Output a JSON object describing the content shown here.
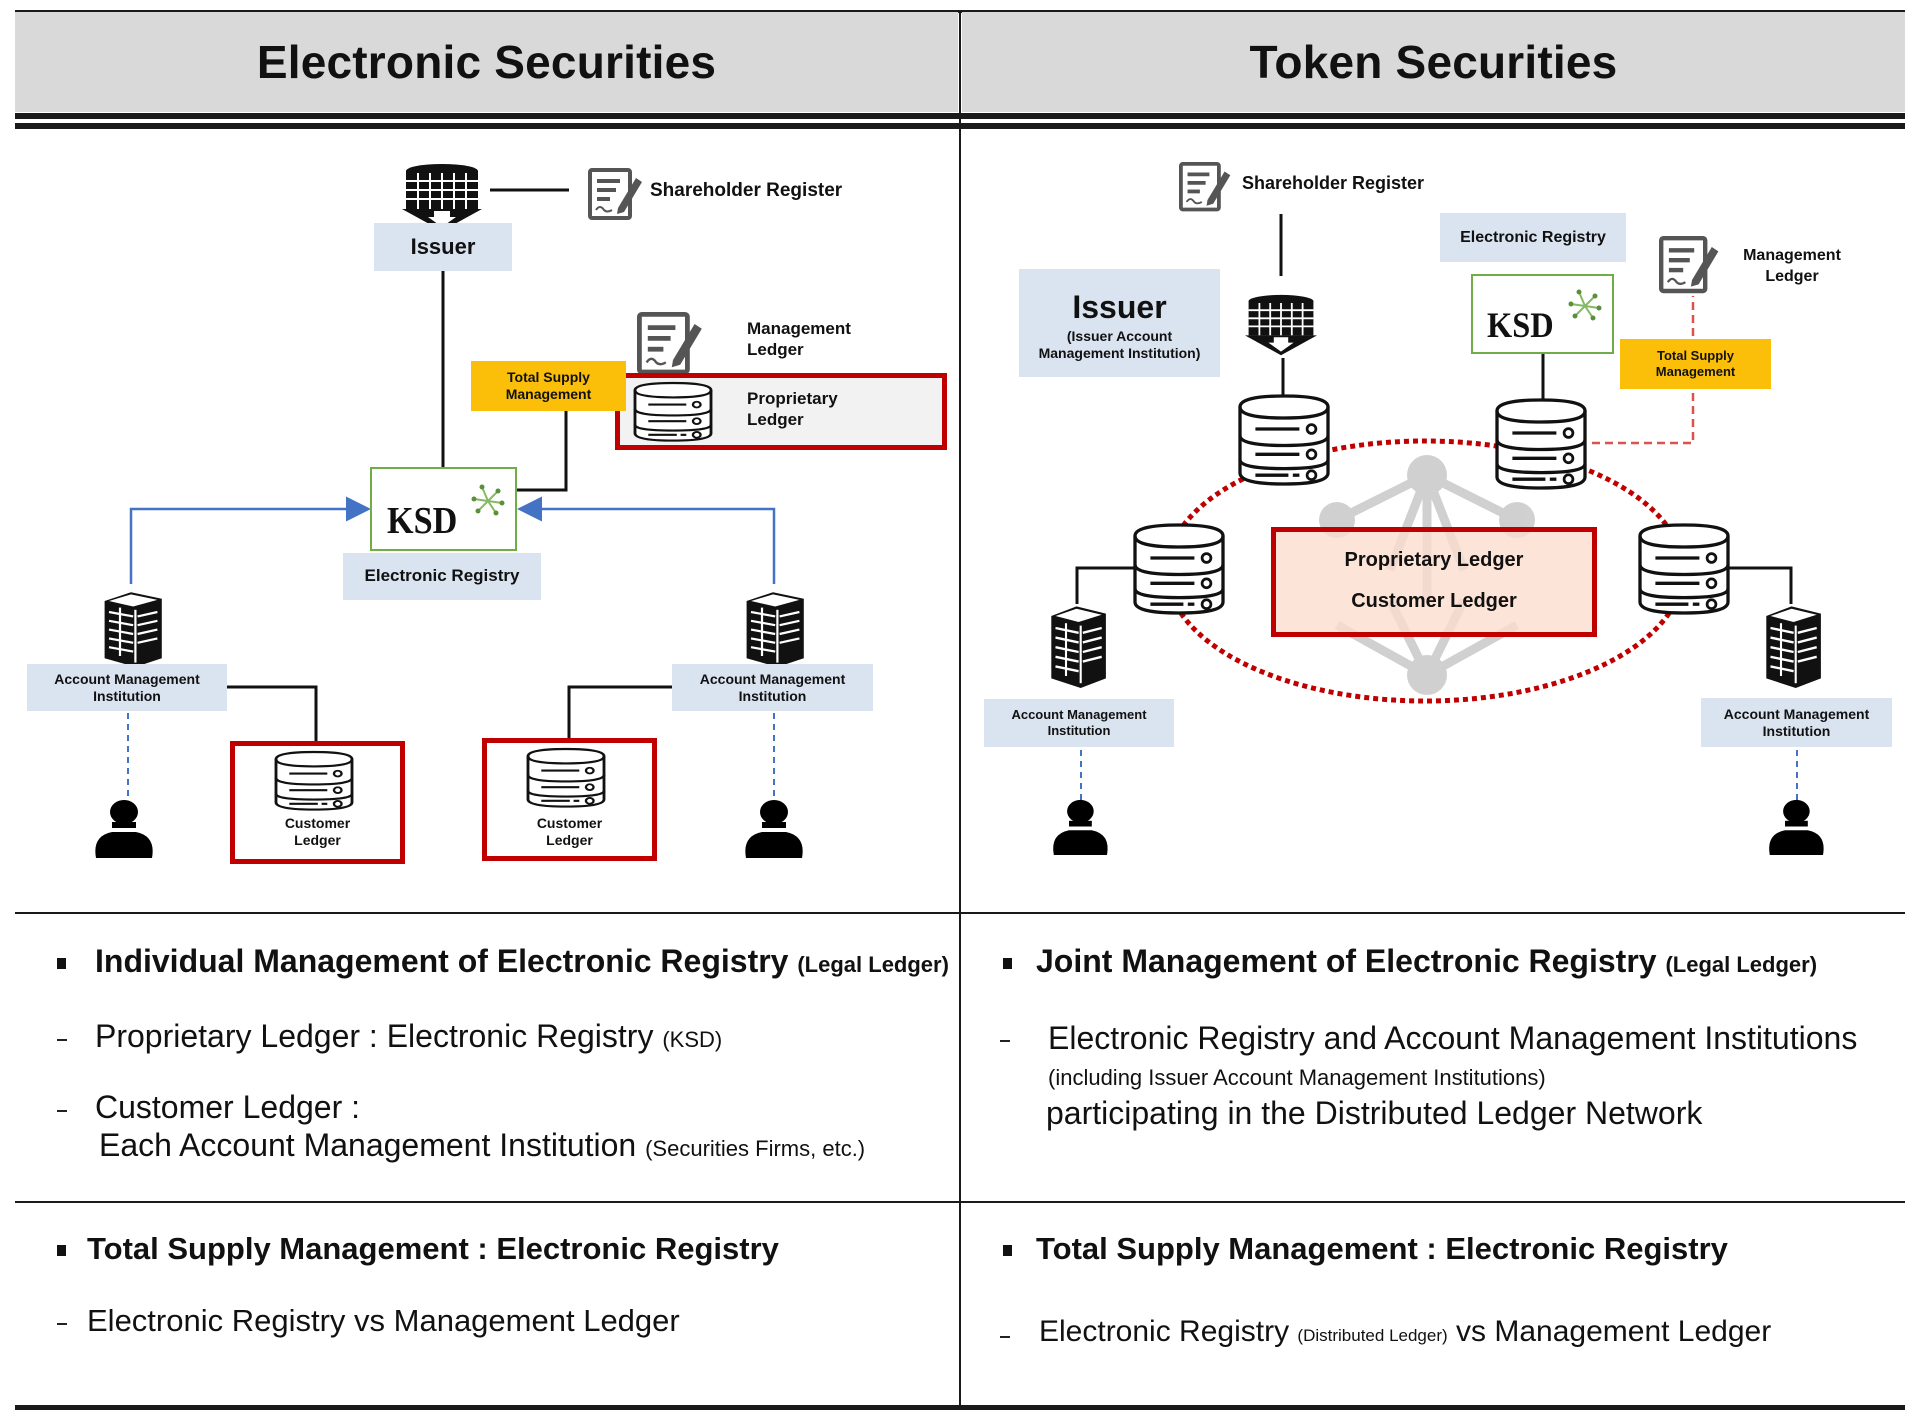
{
  "header": {
    "left_title": "Electronic Securities",
    "right_title": "Token Securities"
  },
  "left_diagram": {
    "shareholder_register": "Shareholder Register",
    "issuer": "Issuer",
    "management_ledger": "Management\nLedger",
    "total_supply": "Total Supply\nManagement",
    "proprietary_ledger": "Proprietary\nLedger",
    "ksd_logo": "KSD",
    "electronic_registry": "Electronic Registry",
    "ami_left": "Account Management\nInstitution",
    "ami_right": "Account Management\nInstitution",
    "customer_ledger_left": "Customer\nLedger",
    "customer_ledger_right": "Customer\nLedger"
  },
  "right_diagram": {
    "shareholder_register": "Shareholder Register",
    "issuer": "Issuer",
    "issuer_sub": "(Issuer Account\nManagement Institution)",
    "electronic_registry": "Electronic Registry",
    "ksd_logo": "KSD",
    "management_ledger": "Management\nLedger",
    "total_supply": "Total Supply\nManagement",
    "proprietary_ledger": "Proprietary Ledger",
    "customer_ledger": "Customer Ledger",
    "ami_left": "Account Management\nInstitution",
    "ami_right": "Account Management\nInstitution"
  },
  "left_notes": {
    "section1": {
      "heading": "Individual Management of Electronic Registry",
      "heading_note": "(Legal Ledger)",
      "items": [
        {
          "text": "Proprietary Ledger : Electronic Registry",
          "note": "(KSD)"
        },
        {
          "text": "Customer Ledger :",
          "line2": "Each Account Management Institution",
          "note": "(Securities Firms, etc.)"
        }
      ]
    },
    "section2": {
      "heading": "Total Supply Management : Electronic Registry",
      "items": [
        {
          "text": "Electronic Registry vs Management Ledger"
        }
      ]
    }
  },
  "right_notes": {
    "section1": {
      "heading": "Joint Management of Electronic Registry",
      "heading_note": "(Legal Ledger)",
      "items": [
        {
          "text": "Electronic Registry and Account Management Institutions",
          "line2": "(including Issuer Account Management Institutions)",
          "line3": "participating in the Distributed Ledger Network"
        }
      ]
    },
    "section2": {
      "heading": "Total Supply Management : Electronic Registry",
      "items": [
        {
          "text": "Electronic Registry",
          "note": "(Distributed Ledger)",
          "text2": "vs Management Ledger"
        }
      ]
    }
  },
  "colors": {
    "header_bg": "#d9d9d9",
    "label_blue": "#dae3f0",
    "supply_yellow": "#fbbf0a",
    "ledger_red": "#c00000",
    "ksd_green": "#70ad47",
    "arrow_blue": "#4472c4"
  }
}
